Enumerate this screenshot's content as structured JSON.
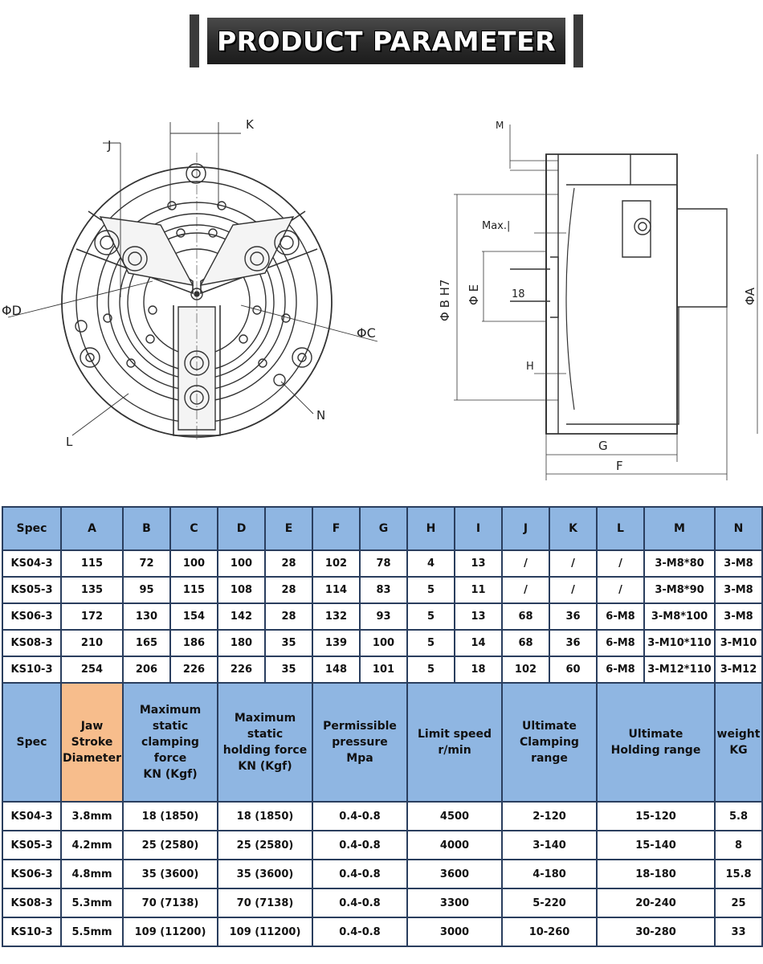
{
  "header": {
    "title": "PRODUCT PARAMETER"
  },
  "drawing_front": {
    "labels": {
      "k": "K",
      "j": "J",
      "d": "ΦD",
      "c": "ΦC",
      "n": "N",
      "l": "L"
    }
  },
  "drawing_side": {
    "labels": {
      "m": "M",
      "max": "Max.|",
      "b": "Φ B H7",
      "e": "Φ E",
      "e_val": "18",
      "h": "H",
      "a": "ΦA",
      "g": "G",
      "f": "F"
    }
  },
  "dimensions_table": {
    "headers": [
      "Spec",
      "A",
      "B",
      "C",
      "D",
      "E",
      "F",
      "G",
      "H",
      "I",
      "J",
      "K",
      "L",
      "M",
      "N"
    ],
    "rows": [
      [
        "KS04-3",
        "115",
        "72",
        "100",
        "100",
        "28",
        "102",
        "78",
        "4",
        "13",
        "/",
        "/",
        "/",
        "3-M8*80",
        "3-M8"
      ],
      [
        "KS05-3",
        "135",
        "95",
        "115",
        "108",
        "28",
        "114",
        "83",
        "5",
        "11",
        "/",
        "/",
        "/",
        "3-M8*90",
        "3-M8"
      ],
      [
        "KS06-3",
        "172",
        "130",
        "154",
        "142",
        "28",
        "132",
        "93",
        "5",
        "13",
        "68",
        "36",
        "6-M8",
        "3-M8*100",
        "3-M8"
      ],
      [
        "KS08-3",
        "210",
        "165",
        "186",
        "180",
        "35",
        "139",
        "100",
        "5",
        "14",
        "68",
        "36",
        "6-M8",
        "3-M10*110",
        "3-M10"
      ],
      [
        "KS10-3",
        "254",
        "206",
        "226",
        "226",
        "35",
        "148",
        "101",
        "5",
        "18",
        "102",
        "60",
        "6-M8",
        "3-M12*110",
        "3-M12"
      ]
    ]
  },
  "performance_table": {
    "headers": [
      "Spec",
      "Jaw\nStroke\nDiameter",
      "Maximum static\nclamping force\nKN (Kgf)",
      "Maximum static\nholding force\nKN (Kgf)",
      "Permissible\npressure\nMpa",
      "Limit speed\nr/min",
      "Ultimate\nClamping range",
      "Ultimate\nHolding range",
      "weight\nKG"
    ],
    "highlight_color": "#f7bd8c",
    "rows": [
      [
        "KS04-3",
        "3.8mm",
        "18 (1850)",
        "18 (1850)",
        "0.4-0.8",
        "4500",
        "2-120",
        "15-120",
        "5.8"
      ],
      [
        "KS05-3",
        "4.2mm",
        "25 (2580)",
        "25 (2580)",
        "0.4-0.8",
        "4000",
        "3-140",
        "15-140",
        "8"
      ],
      [
        "KS06-3",
        "4.8mm",
        "35 (3600)",
        "35 (3600)",
        "0.4-0.8",
        "3600",
        "4-180",
        "18-180",
        "15.8"
      ],
      [
        "KS08-3",
        "5.3mm",
        "70 (7138)",
        "70 (7138)",
        "0.4-0.8",
        "3300",
        "5-220",
        "20-240",
        "25"
      ],
      [
        "KS10-3",
        "5.5mm",
        "109 (11200)",
        "109 (11200)",
        "0.4-0.8",
        "3000",
        "10-260",
        "30-280",
        "33"
      ]
    ]
  },
  "colors": {
    "header_bg": "#8fb6e2",
    "border": "#2a3e5e",
    "banner_bg": "#2b2b2b"
  }
}
